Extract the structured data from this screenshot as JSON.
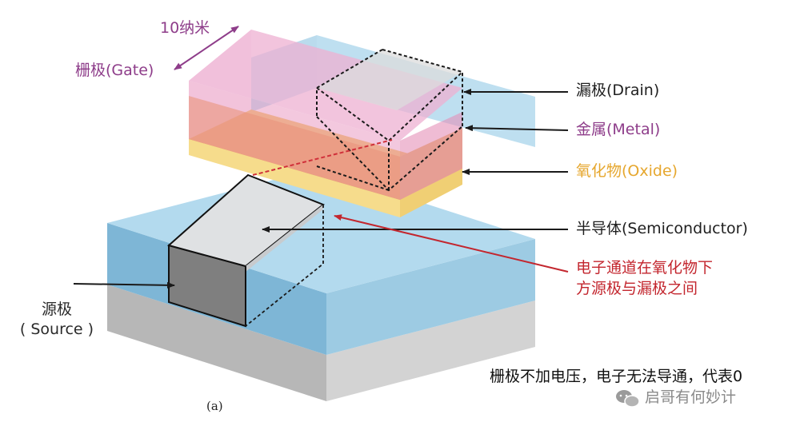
{
  "labels": {
    "size": "10纳米",
    "gate": "栅极(Gate)",
    "drain": "漏极(Drain)",
    "metal": "金属(Metal)",
    "oxide": "氧化物(Oxide)",
    "semiconductor": "半导体(Semiconductor)",
    "channel_line1": "电子通道在氧化物下",
    "channel_line2": "方源极与漏极之间",
    "source_line1": "源极",
    "source_line2": "( Source )",
    "caption": "(a)",
    "note": "栅极不加电压，电子无法导通，代表0",
    "watermark": "启哥有何妙计"
  },
  "colors": {
    "substrate_gray": "#b9b9b9",
    "semiconductor_blue": "#a9d4ea",
    "oxide_yellow": "#f4d27a",
    "metal_orange": "#eca036",
    "gate_pink": "#e99ac3",
    "source_drain_gray": "#d9dcdf",
    "label_purple": "#8e3d8a",
    "label_orange": "#e6a72e",
    "label_red": "#c3262e"
  },
  "icons": {
    "watermark": "wechat-icon"
  }
}
